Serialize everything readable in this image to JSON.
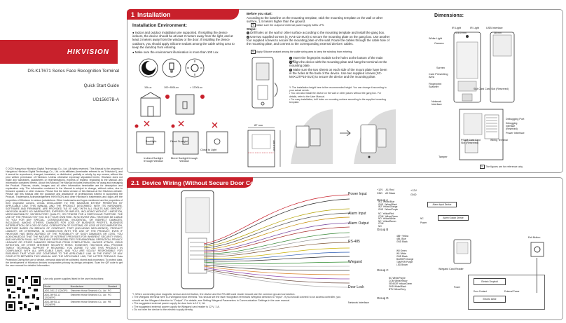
{
  "brand": {
    "name": "HIKVISION",
    "color": "#c8202b"
  },
  "cover": {
    "model": "DS-K1T671 Series Face Recognition Terminal",
    "guide": "Quick Start Guide",
    "code": "UD15607B-A"
  },
  "legal_text": "© 2020 Hangzhou Hikvision Digital Technology Co., Ltd. All rights reserved. This Manual is the property of Hangzhou Hikvision Digital Technology Co., Ltd. or its affiliates (hereinafter referred to as \"Hikvision\"), and it cannot be reproduced, changed, translated, or distributed, partially or wholly, by any means, without the prior written permission of Hikvision. Unless otherwise expressly stipulated herein, Hikvision does not make any warranties, guarantees or representations, express or implied, regarding to the Manual, any information contained herein. About this Manual The Manual includes instructions for using and managing the Product. Pictures, charts, images and all other information hereinafter are for description and explanation only. The information contained in the Manual is subject to change, without notice, due to firmware updates or other reasons. Please find the latest version of this Manual at the Hikvision website. Please use this Manual with the guidance and assistance of professionals trained in supporting the Product. Trademarks Acknowledgement HIKVISION and other Hikvision's trademarks and logos are the properties of Hikvision in various jurisdictions. Other trademarks and logos mentioned are the properties of their respective owners. LEGAL DISCLAIMER TO THE MAXIMUM EXTENT PERMITTED BY APPLICABLE LAW, THIS MANUAL AND THE PRODUCT DESCRIBED, WITH ITS HARDWARE, SOFTWARE AND FIRMWARE, ARE PROVIDED \"AS IS\" AND \"WITH ALL FAULTS AND ERRORS\". HIKVISION MAKES NO WARRANTIES, EXPRESS OR IMPLIED, INCLUDING WITHOUT LIMITATION, MERCHANTABILITY, SATISFACTORY QUALITY, OR FITNESS FOR A PARTICULAR PURPOSE. THE USE OF THE PRODUCT BY YOU IS AT YOUR OWN RISK. IN NO EVENT WILL HIKVISION BE LIABLE TO YOU FOR ANY SPECIAL, CONSEQUENTIAL, INCIDENTAL, OR INDIRECT DAMAGES, INCLUDING, AMONG OTHERS, DAMAGES FOR LOSS OF BUSINESS PROFITS, BUSINESS INTERRUPTION, OR LOSS OF DATA, CORRUPTION OF SYSTEMS, OR LOSS OF DOCUMENTATION, WHETHER BASED ON BREACH OF CONTRACT, TORT (INCLUDING NEGLIGENCE), PRODUCT LIABILITY, OR OTHERWISE, IN CONNECTION WITH THE USE OF THE PRODUCT, EVEN IF HIKVISION HAS BEEN ADVISED OF THE POSSIBILITY OF SUCH DAMAGES OR LOSS. YOU ACKNOWLEDGE THAT THE NATURE OF INTERNET PROVIDES FOR INHERENT SECURITY RISKS, AND HIKVISION SHALL NOT TAKE ANY RESPONSIBILITIES FOR ABNORMAL OPERATION, PRIVACY LEAKAGE OR OTHER DAMAGES RESULTING FROM CYBER-ATTACK, HACKER ATTACK, VIRUS INFECTION, OR OTHER INTERNET SECURITY RISKS; HOWEVER, HIKVISION WILL PROVIDE TIMELY TECHNICAL SUPPORT IF REQUIRED. YOU AGREE TO USE THIS PRODUCT IN COMPLIANCE WITH ALL APPLICABLE LAWS, AND YOU ARE SOLELY RESPONSIBLE FOR ENSURING THAT YOUR USE CONFORMS TO THE APPLICABLE LAW. IN THE EVENT OF ANY CONFLICTS BETWEEN THIS MANUAL AND THE APPLICABLE LAW, THE LATTER PREVAILS. Data Protection During the use of device, personal data will be collected, stored and processed. To protect data, the development of Hikvision devices incorporates privacy by design principles. Scan the QR code to get the user manual for detailed information.",
  "qr": {
    "caption": "Use only power supplies listed in the user instructions:",
    "table_headers": [
      "Model",
      "Manufacturer",
      "Standard"
    ],
    "table_rows": [
      [
        "ADS-24S-12 1224GPG",
        "Shenzhen Honor Electronic Co., Ltd",
        "PG"
      ],
      [
        "ADS-26FSG-12 12024EPG",
        "Shenzhen Honor Electronic Co., Ltd",
        "PG"
      ],
      [
        "ADS-26FSG-12 12024EPB",
        "Shenzhen Honor Electronic Co., Ltd",
        "PB"
      ]
    ]
  },
  "install": {
    "number": "1",
    "title": "Installation",
    "env_title": "Installation Environment:",
    "bullets": [
      "Indoor and outdoor installation are supported. If installing the device indoors, the device should be at least 2 meters away from the light, and at least 3 meters away from the window or the door. If installing the device outdoors, you should apply Silicone sealant among the cable wiring area to keep the raindrop from entering.",
      "Make sure the environment illumination is more than 100 Lux."
    ],
    "lux_labels": [
      "10Lux",
      "100~850Lux",
      "> 1200Lux"
    ],
    "scene_labels": [
      "Backlight",
      "Direct Sunlight",
      "Close to Light",
      "Indirect Sunlight through Window",
      "Direct Sunlight through Window"
    ],
    "before_title": "Before you start:",
    "before_text": "According to the baseline on the mounting template, stick the mounting template on the wall or other surface, 1.4 meters higher than the ground.",
    "note1": "Make sure the output of external power supply fulfils LPS.",
    "steps_title": "Steps:",
    "steps": [
      "Drill holes on the wall or other surface according to the mounting template and install the gang box.",
      "Use two supplied screws (4_KA4×22-SUS) to secure the mounting plate on the gang box. Use another four supplied screws to secure the mounting plate on the wall. Route the cables through the cable hole of the mounting plate, and connect to the corresponding external devices' cables.",
      "Insert the fingerprint module to the holes at the bottom of the main part.",
      "Align the device with the mounting plate and hang the terminal on the mounting plate.",
      "Make sure the two sheets on each side of the mount plate have been in the holes at the back of the device. Use two supplied screws (SC-M4×12TP10-SUS) to secure the device and the mounting plate."
    ],
    "note2": "Apply Silicone sealant among the cable wiring area to keep the raindrop from entering.",
    "note3": [
      "The installation height here is the recommended height. You can change it according to your actual needs.",
      "You can also install the device on the wall or other places without the gang box. For details, refer to the User Manual.",
      "For easy installation, drill holes on mounting surface according to the supplied mounting template."
    ],
    "dim_87": "87 mm",
    "dim_188": "188.8 mm"
  },
  "dimensions": {
    "title": "Dimensions:",
    "labels": [
      "IR Light",
      "IR Light",
      "USB Interface",
      "116.5 mm",
      "38 mm",
      "White Light",
      "Camera",
      "Screen",
      "Card Presenting Area",
      "Fingerprint Scanner",
      "SIM Card Card Slot (Reserved)",
      "Network Interface",
      "Debugging Port",
      "Debugging Interface (Reserved)",
      "Power Interface",
      "PSAM Card Card Slot (Reserved)",
      "Wiring Terminal",
      "Tamper"
    ],
    "footnote": "The figures are for reference only."
  },
  "wiring": {
    "number": "2.1",
    "title": "Device Wiring (Without Secure Door Control Unit",
    "groups": [
      {
        "name": "Power Input",
        "group": "Group A",
        "pins": [
          "+12V",
          "GND"
        ],
        "wires": [
          "A1 Red",
          "A2 Black"
        ],
        "ext": "+12V GND"
      },
      {
        "name": "Alarm Input",
        "group": "",
        "pins": [
          "IN1",
          "GND",
          "IN2",
          "GND"
        ],
        "wires": [
          "Yellow/Blue",
          "Yellow/Black",
          "Yellow/Orange",
          "Yellow/Purple"
        ],
        "ext": "Alarm Input Device"
      },
      {
        "name": "Alarm Output",
        "group": "Group B",
        "pins": [
          "NC",
          "COM",
          "NO",
          "NC",
          "COM",
          "NO"
        ],
        "wires": [
          "Yellow/Red",
          "Yellow/Green",
          "Yellow/White",
          "Yellow/Brown"
        ],
        "ext": "Alarm Output Device"
      },
      {
        "name": "RS-485",
        "group": "",
        "pins": [
          "485+",
          "485-",
          "GND"
        ],
        "wires": [
          "Yellow",
          "Blue",
          "Black"
        ],
        "ext": ""
      },
      {
        "name": "Wiegand",
        "group": "Group C",
        "pins": [
          "W0",
          "W1",
          "GND",
          "BUZZER",
          "TAMPER",
          "LED"
        ],
        "wires": [
          "Green",
          "White",
          "Black",
          "Orange",
          "Purple",
          "Brown"
        ],
        "ext": "Wiegand Card Reader"
      },
      {
        "name": "Door Lock",
        "group": "Group D",
        "pins": [
          "NC",
          "COM",
          "SENSOR",
          "GND",
          "BTN"
        ],
        "wires": [
          "White/Purple",
          "White/Yellow",
          "Yellow/Green",
          "White/Black",
          "Yellow/Grey"
        ],
        "ext": "Electric Dropbolt"
      }
    ],
    "ext_labels": [
      "+12V",
      "GND",
      "Alarm Input Device",
      "NC",
      "Power",
      "Alarm Output Device",
      "Exit Button",
      "Wiegand Card Reader",
      "Power",
      "Electric Dropbolt",
      "Door Contact",
      "External Power",
      "Electric strike"
    ],
    "network": "Network Interface",
    "notes": [
      "When connecting door magnetic sensor and exit button, the device and the RS-485 card reader should use the common ground connection.",
      "The Wiegand terminal here is a Wiegand input terminal. You should set the face recognition terminal's Wiegand direction to \"Input\". If you should connect to an access controller, you should set the Wiegand direction to \"Output\". For details, see Setting Wiegand Parameters in Communication Settings in the user manual.",
      "The suggested external power supply for door lock is 12 V, 1A.",
      "The suggested external power supply for Wiegand card reader is 12 V, 1 A.",
      "Do not wire the device to the electric supply directly."
    ]
  }
}
